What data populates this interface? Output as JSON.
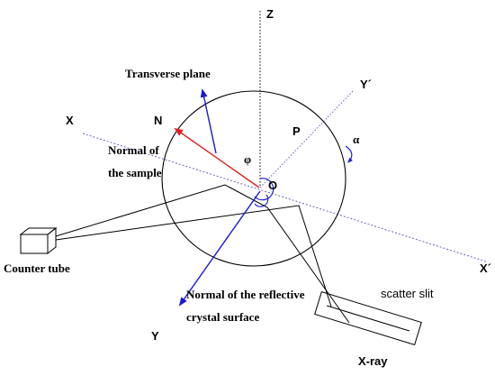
{
  "labels": {
    "z_axis": "Z",
    "y_prime_axis": "Y´",
    "x_axis": "X",
    "x_prime_axis": "X´",
    "y_axis": "Y",
    "transverse_plane": "Transverse plane",
    "normal_vector": "N",
    "point_p": "P",
    "angle_alpha": "α",
    "angle_phi": "φ",
    "origin": "O",
    "normal_of_sample_line1": "Normal of",
    "normal_of_sample_line2": "the sample",
    "counter_tube": "Counter tube",
    "scatter_slit": "scatter slit",
    "reflective_normal_line1": "Normal of the reflective",
    "reflective_normal_line2": "crystal surface",
    "x_ray": "X-ray"
  },
  "colors": {
    "line": "#000000",
    "axis_dashed": "#000000",
    "x_axis": "#6666bb",
    "normal_red": "#dd2222",
    "normal_blue": "#1a1ad0"
  }
}
